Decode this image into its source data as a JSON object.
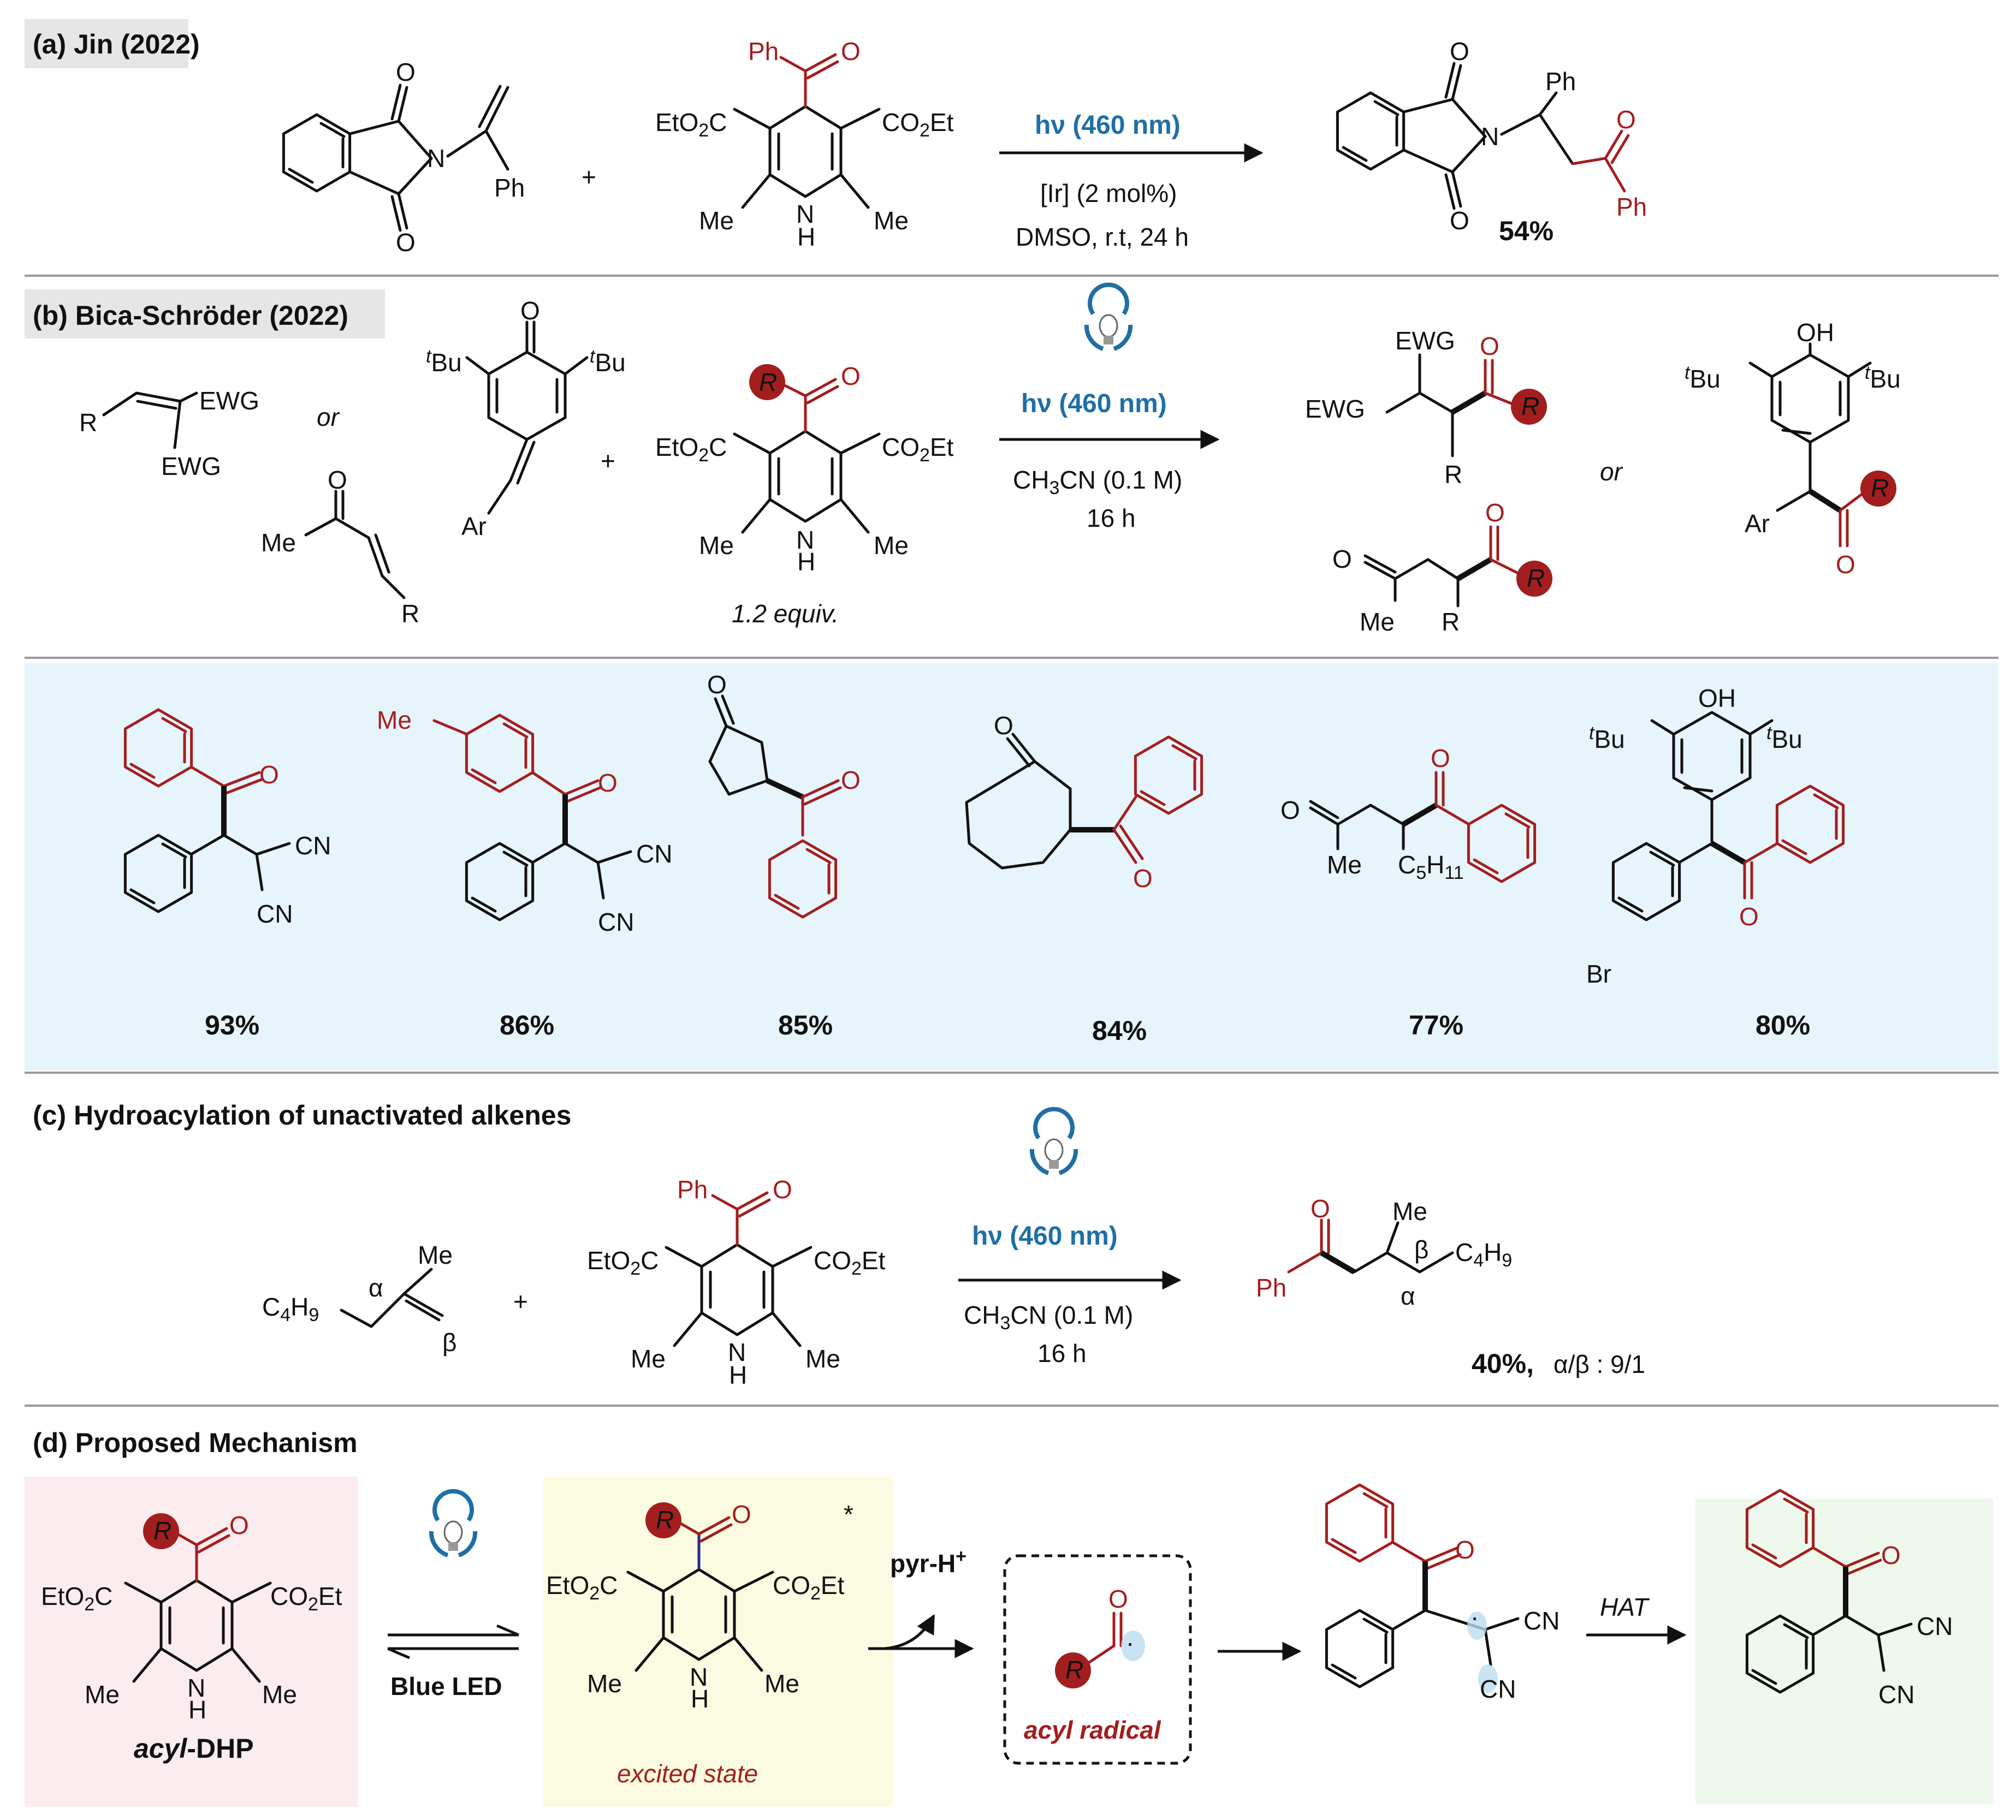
{
  "colors": {
    "accent_red": "#a31e1e",
    "accent_blue": "#1f6fa5",
    "blue_panel": "#e6f4fc",
    "pink_panel": "#fbecef",
    "yellow_panel": "#fbfbe1",
    "green_panel": "#eef8ec",
    "label_bg": "#e6e6e6"
  },
  "panel_a": {
    "header": "(a) Jin (2022)",
    "hv": "hν (460 nm)",
    "cond1": "[Ir] (2 mol%)",
    "cond2": "DMSO, r.t, 24 h",
    "yield": "54%",
    "plus": "+",
    "ph": "Ph",
    "o": "O",
    "n": "N",
    "h": "H",
    "me": "Me",
    "eto2c": "EtO",
    "co2et": "CO",
    "et": "Et",
    "c_sub": "C",
    "two": "2"
  },
  "panel_b": {
    "header": "(b) Bica-Schröder (2022)",
    "hv": "hν (460 nm)",
    "solvent": "CH",
    "solvent_rest": "CN (0.1 M)",
    "three": "3",
    "time": "16 h",
    "equiv": "1.2 equiv.",
    "or": "or",
    "ewg": "EWG",
    "r": "R",
    "ar": "Ar",
    "tbu": "Bu",
    "t": "t",
    "oh": "OH",
    "me": "Me",
    "o": "O",
    "plus": "+"
  },
  "substrates": {
    "yields": [
      "93%",
      "86%",
      "85%",
      "84%",
      "77%",
      "80%"
    ],
    "cn": "CN",
    "me": "Me",
    "c5h11": "C",
    "c5_sub1": "5",
    "c5_sub2": "H",
    "c5_sub3": "11",
    "br": "Br",
    "o": "O",
    "oh": "OH",
    "tbu": "Bu",
    "t": "t"
  },
  "panel_c": {
    "header": "(c) Hydroacylation of unactivated alkenes",
    "hv": "hν (460 nm)",
    "solvent": "CH",
    "solvent_rest": "CN (0.1 M)",
    "three": "3",
    "time": "16 h",
    "yield": "40%,",
    "ratio": "α/β : 9/1",
    "alpha": "α",
    "beta": "β",
    "me": "Me",
    "c4h9_c": "C",
    "c4h9_4": "4",
    "c4h9_h": "H",
    "c4h9_9": "9",
    "ph": "Ph",
    "plus": "+",
    "o": "O"
  },
  "panel_d": {
    "header": "(d) Proposed Mechanism",
    "blue_led": "Blue LED",
    "acyl_dhp_1": "acyl",
    "acyl_dhp_2": "-DHP",
    "excited_state": "excited state",
    "star": "*",
    "pyrh": "pyr-H",
    "plus_sup": "+",
    "acyl_radical": "acyl radical",
    "hat": "HAT",
    "r": "R",
    "o": "O",
    "cn": "CN",
    "dot": "·"
  }
}
